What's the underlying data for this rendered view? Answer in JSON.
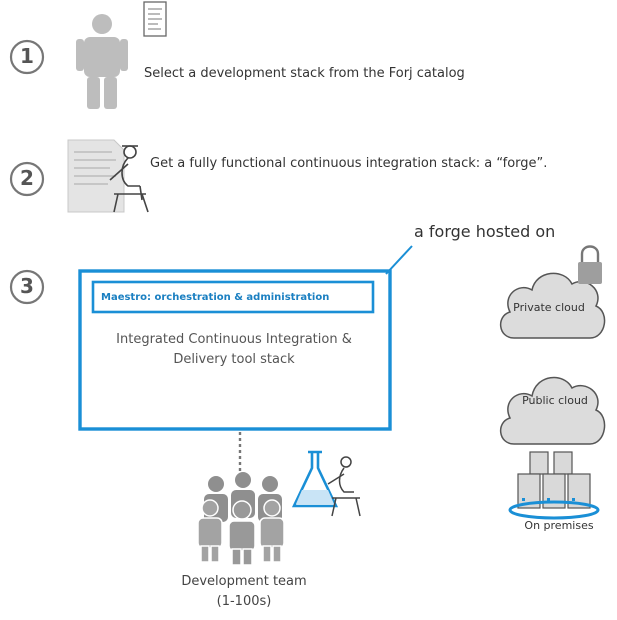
{
  "steps": [
    {
      "number": "1",
      "text": "Select a development stack from the Forj catalog"
    },
    {
      "number": "2",
      "text": "Get a fully functional continuous integration stack: a “forge”."
    },
    {
      "number": "3"
    }
  ],
  "callout": "a forge hosted on",
  "forge_box": {
    "maestro": "Maestro: orchestration & administration",
    "stack_line1": "Integrated Continuous Integration &",
    "stack_line2": "Delivery tool stack"
  },
  "team": {
    "label_line1": "Development team",
    "label_line2": "(1-100s)"
  },
  "hosting": {
    "private": "Private cloud",
    "public": "Public cloud",
    "premises": "On premises"
  },
  "colors": {
    "accent": "#1a8fd6",
    "gray": "#b5b5b5",
    "dark": "#555555"
  }
}
